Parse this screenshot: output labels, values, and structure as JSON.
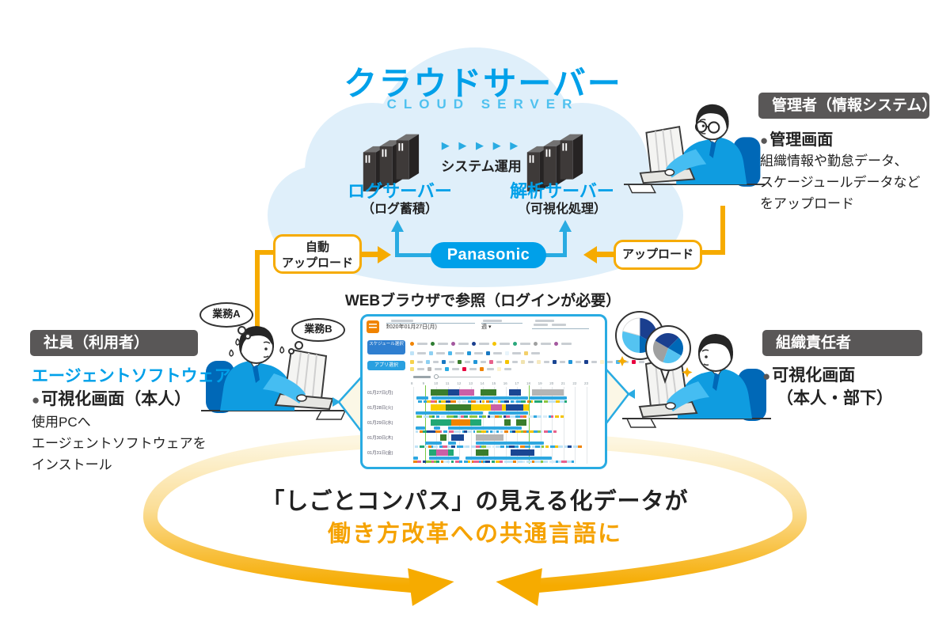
{
  "ui": {
    "bullet": "●"
  },
  "title": {
    "jp": "クラウドサーバー",
    "en": "CLOUD SERVER"
  },
  "cloud": {
    "log_server": {
      "name": "ログサーバー",
      "sub": "（ログ蓄積）"
    },
    "analysis_server": {
      "name": "解析サーバー",
      "sub": "（可視化処理）"
    },
    "system_operation": "システム運用",
    "flow_arrows": "▶ ▶ ▶ ▶ ▶",
    "brand": "Panasonic"
  },
  "boxes": {
    "auto_upload_line1": "自動",
    "auto_upload_line2": "アップロード",
    "upload": "アップロード"
  },
  "web_note": "WEBブラウザで参照（ログインが必要）",
  "admin": {
    "title": "管理者（情報システム）",
    "screen": "管理画面",
    "desc_lines": [
      "組織情報や勤怠データ、",
      "スケージュールデータなど",
      "をアップロード"
    ]
  },
  "employee": {
    "title": "社員（利用者）",
    "software": "エージェントソフトウェア",
    "screen": "可視化画面（本人）",
    "desc_lines": [
      "使用PCへ",
      "エージェントソフトウェアを",
      "インストール"
    ],
    "thought_a": "業務A",
    "thought_b": "業務B"
  },
  "manager": {
    "title": "組織責任者",
    "screen_line1": "可視化画面",
    "screen_line2": "（本人・部下）"
  },
  "bottom": {
    "line1": "「しごとコンパス」の見える化データが",
    "line2": "働き方改革への共通言語に"
  },
  "colors": {
    "primary_blue": "#00a0e9",
    "light_blue": "#dfeffa",
    "connector_blue": "#29abe2",
    "accent_orange": "#f6ab00",
    "label_gray": "#595757",
    "bottom_text_orange": "#f5a200"
  },
  "app": {
    "prev": "‹",
    "next": "›",
    "date_value": "2020年01月27日(月)",
    "view_value": "週 ▾",
    "button1": "スケジュール選択",
    "button2": "アプリ選択",
    "hour_start": 8,
    "hour_end": 23,
    "work_start": 9,
    "work_end": 18,
    "bar_colors": {
      "green": "#3a7d2c",
      "navy": "#1a4693",
      "magenta": "#ca5fa6",
      "yellow": "#f8cc00",
      "teal": "#21a875",
      "orange": "#f08300",
      "gray": "#b5b5b5",
      "pc": "#2ea7e0"
    },
    "legend1_colors": [
      "#f08300",
      "#2e7d32",
      "#a4589f",
      "#1a3f8f",
      "#f5c400",
      "#2aa87c",
      "#9fa0a0",
      "#a4589f"
    ],
    "legend2_colors": [
      "#bfe3f7",
      "#8ed0f2",
      "#4db8ec",
      "#2196d8",
      "#1a78c2",
      "#e8f4fb",
      "#f3d06a"
    ],
    "legend3_colors": [
      "#f6d24b",
      "#8ed0f2",
      "#1a78c2",
      "#3a7d2c",
      "#2196d8",
      "#e8618c",
      "#f5c400",
      "#f0e3b0",
      "#f6e9c0",
      "#1a4693",
      "#2196d8",
      "#1a3f8f",
      "#fdf3cf",
      "#4db8ec",
      "#e8003d"
    ],
    "legend4_colors": [
      "#f5e07a",
      "#b5b5b5",
      "#29abe2",
      "#e8003d",
      "#f08300",
      "#fdf3cf"
    ],
    "strip_palette": [
      "#2ea7e0",
      "#bfe3f7",
      "#f5c400",
      "#e8618c",
      "#21a875",
      "#1a4693",
      "#f08300",
      "#bfe3f7",
      "#8cc63f",
      "#2ea7e0",
      "#d9ecf7"
    ],
    "rows": [
      {
        "label": "01月27日(月)",
        "main": [
          [
            9.5,
            11,
            "green"
          ],
          [
            11,
            12,
            "navy"
          ],
          [
            12,
            13.3,
            "magenta"
          ],
          [
            13.8,
            15.2,
            "green"
          ],
          [
            16.3,
            17.3,
            "navy"
          ],
          [
            18.3,
            21,
            "gray"
          ]
        ],
        "pc": [
          [
            8.3,
            9.3
          ],
          [
            9.6,
            17.9
          ],
          [
            18.1,
            21.3
          ]
        ]
      },
      {
        "label": "01月28日(火)",
        "main": [
          [
            9.5,
            18,
            "yellow"
          ],
          [
            10.8,
            13,
            "green"
          ],
          [
            14.7,
            15.7,
            "magenta"
          ],
          [
            16,
            17.5,
            "navy"
          ]
        ],
        "pc": [
          [
            8.2,
            14
          ],
          [
            14.5,
            17.9
          ]
        ]
      },
      {
        "label": "01月29日(水)",
        "main": [
          [
            9.5,
            11.3,
            "teal"
          ],
          [
            11.3,
            12.9,
            "orange"
          ],
          [
            12.9,
            13.9,
            "teal"
          ],
          [
            15.9,
            16.4,
            "green"
          ],
          [
            16.9,
            17.8,
            "green"
          ]
        ],
        "pc": [
          [
            8.2,
            9
          ],
          [
            9.8,
            10.3
          ],
          [
            11,
            17.4
          ]
        ]
      },
      {
        "label": "01月30日(木)",
        "main": [
          [
            10.3,
            10.9,
            "green"
          ],
          [
            11.3,
            12.4,
            "navy"
          ],
          [
            13.4,
            15.8,
            "gray"
          ]
        ],
        "pc": [
          [
            9,
            10.5
          ],
          [
            11,
            11.7
          ],
          [
            13.4,
            19.3
          ]
        ]
      },
      {
        "label": "01月31日(金)",
        "main": [
          [
            9.4,
            10,
            "teal"
          ],
          [
            10,
            11,
            "magenta"
          ],
          [
            11,
            11.5,
            "teal"
          ],
          [
            13.4,
            14.5,
            "green"
          ],
          [
            16.4,
            18.5,
            "navy"
          ]
        ],
        "pc": [
          [
            8,
            8.4
          ],
          [
            9.4,
            12
          ],
          [
            12.5,
            20
          ]
        ]
      }
    ]
  }
}
